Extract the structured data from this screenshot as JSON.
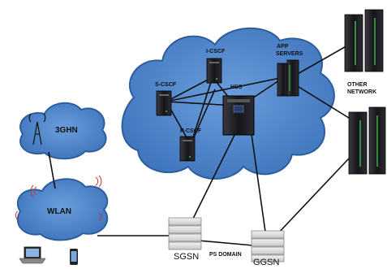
{
  "labels": {
    "three_ghn": "3GHN",
    "wlan": "WLAN",
    "i_cscf": "I-CSCF",
    "s_cscf": "S-CSCF",
    "p_cscf": "P-CSCF",
    "hss": "HSS",
    "app_servers_line1": "APP",
    "app_servers_line2": "SERVERS",
    "other_network_line1": "OTHER",
    "other_network_line2": "NETWORK",
    "sgsn": "SGSN",
    "ps_domain": "PS DOMAIN",
    "ggsn": "GGSN"
  },
  "colors": {
    "cloud_fill": "#4f86cc",
    "cloud_stroke": "#2d5d9c",
    "server_dark": "#1e1e22",
    "server_accent": "#3fbf4a",
    "link": "#111111"
  }
}
